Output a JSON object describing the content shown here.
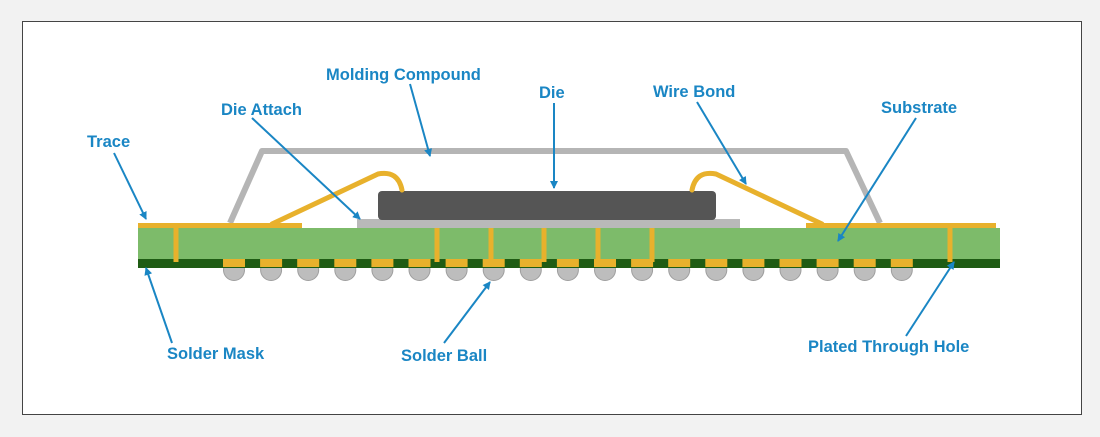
{
  "colors": {
    "label": "#1a86c4",
    "arrow": "#1a86c4",
    "substrate": "#7dbb6a",
    "solder_mask": "#1f5c14",
    "copper": "#e8b12c",
    "die": "#555555",
    "die_attach": "#b9b9b9",
    "molding_outline": "#b5b5b5",
    "solder_ball": "#bdbdbd",
    "background": "#ffffff"
  },
  "labels": {
    "molding_compound": "Molding Compound",
    "die": "Die",
    "wire_bond": "Wire Bond",
    "die_attach": "Die Attach",
    "substrate": "Substrate",
    "trace": "Trace",
    "solder_mask": "Solder Mask",
    "solder_ball": "Solder Ball",
    "plated_through_hole": "Plated Through Hole"
  }
}
